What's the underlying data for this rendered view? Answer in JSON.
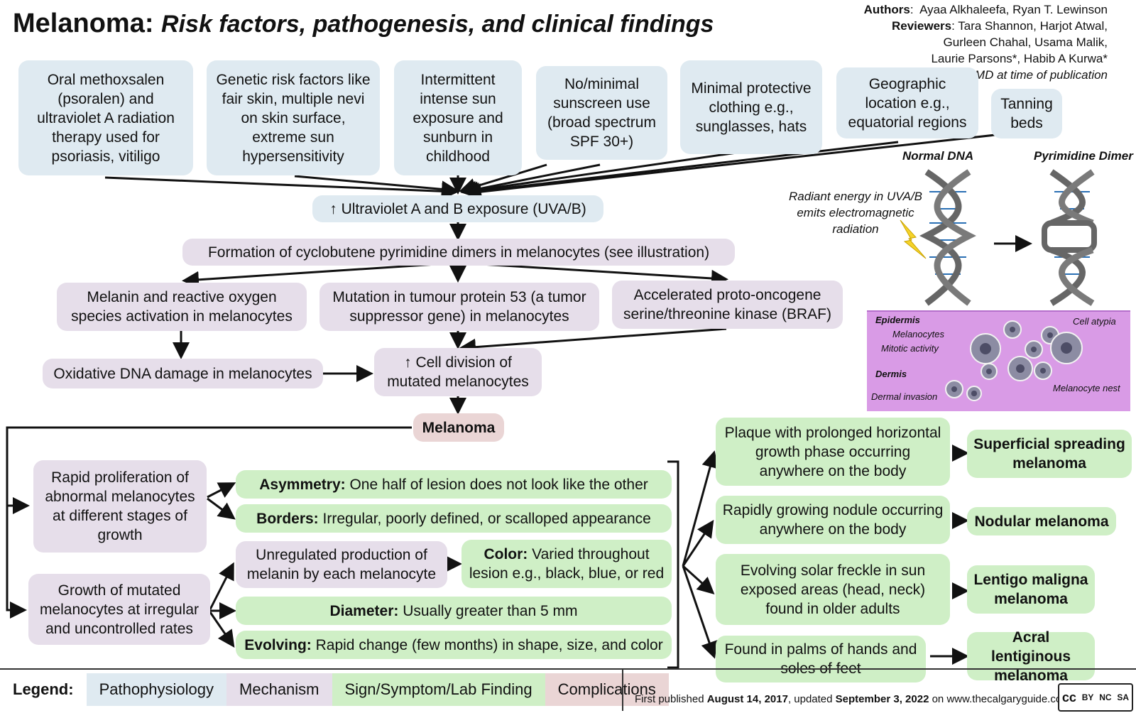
{
  "title": {
    "main": "Melanoma:",
    "sub": "Risk factors, pathogenesis, and clinical findings"
  },
  "authors": {
    "authors_label": "Authors",
    "authors_names": "Ayaa Alkhaleefa, Ryan T. Lewinson",
    "reviewers_label": "Reviewers",
    "reviewers_line1": "Tara Shannon, Harjot Atwal,",
    "reviewers_line2": "Gurleen Chahal, Usama Malik,",
    "reviewers_line3": "Laurie Parsons*, Habib A Kurwa*",
    "note": "* MD at time of publication"
  },
  "risk_factors": [
    "Oral methoxsalen (psoralen) and ultraviolet A radiation therapy used for psoriasis, vitiligo",
    "Genetic risk factors like fair skin, multiple nevi on skin surface, extreme sun hypersensitivity",
    "Intermittent intense sun exposure and sunburn in childhood",
    "No/minimal sunscreen use (broad spectrum SPF 30+)",
    "Minimal protective clothing e.g., sunglasses, hats",
    "Geographic location e.g., equatorial regions",
    "Tanning beds"
  ],
  "uv_exposure": "↑ Ultraviolet A and B exposure (UVA/B)",
  "dimers": "Formation of cyclobutene pyrimidine dimers in melanocytes (see illustration)",
  "melanin_ros": "Melanin and reactive oxygen species activation in melanocytes",
  "p53": "Mutation in tumour protein 53 (a tumor suppressor gene) in melanocytes",
  "braf": "Accelerated proto-oncogene serine/threonine kinase (BRAF)",
  "oxidative": "Oxidative DNA damage in melanocytes",
  "cell_division": "↑ Cell division of mutated melanocytes",
  "melanoma": "Melanoma",
  "rapid_prolif": "Rapid proliferation of abnormal melanocytes at different stages of growth",
  "growth_mutated": "Growth of mutated melanocytes at irregular and uncontrolled rates",
  "abcde": {
    "asymmetry_label": "Asymmetry:",
    "asymmetry_text": " One half of lesion does not look like the other",
    "borders_label": "Borders:",
    "borders_text": " Irregular, poorly defined, or scalloped appearance",
    "unregulated": "Unregulated production of melanin by each melanocyte",
    "color_label": "Color:",
    "color_text": " Varied throughout lesion e.g., black, blue, or red",
    "diameter_label": "Diameter:",
    "diameter_text": " Usually greater than 5 mm",
    "evolving_label": "Evolving:",
    "evolving_text": " Rapid change (few months) in shape, size, and color"
  },
  "subtypes": [
    {
      "finding": "Plaque with prolonged horizontal growth phase occurring anywhere on the body",
      "type": "Superficial spreading melanoma"
    },
    {
      "finding": "Rapidly growing nodule occurring anywhere on the body",
      "type": "Nodular melanoma"
    },
    {
      "finding": "Evolving solar freckle in sun exposed areas (head, neck) found in older adults",
      "type": "Lentigo maligna melanoma"
    },
    {
      "finding": "Found in palms of hands and soles of feet",
      "type": "Acral lentiginous melanoma"
    }
  ],
  "illustration": {
    "normal_dna": "Normal DNA",
    "pyrimidine_dimer": "Pyrimidine Dimer",
    "radiant": "Radiant energy in UVA/B emits electromagnetic radiation",
    "epidermis": "Epidermis",
    "melanocytes": "Melanocytes",
    "mitotic": "Mitotic activity",
    "dermis": "Dermis",
    "dermal_invasion": "Dermal invasion",
    "cell_atypia": "Cell atypia",
    "melanocyte_nest": "Melanocyte nest"
  },
  "legend": {
    "label": "Legend:",
    "items": [
      "Pathophysiology",
      "Mechanism",
      "Sign/Symptom/Lab Finding",
      "Complications"
    ]
  },
  "footer": {
    "prefix": "First published ",
    "published": "August 14, 2017",
    "mid": ", updated ",
    "updated": "September 3, 2022",
    "suffix": " on www.thecalgaryguide.com"
  },
  "license": {
    "cc": "cc",
    "by": "BY",
    "nc": "NC",
    "sa": "SA"
  },
  "colors": {
    "pathophysiology": "#dfeaf1",
    "mechanism": "#e6deea",
    "sign": "#cfefc6",
    "complications": "#ead5d5"
  }
}
